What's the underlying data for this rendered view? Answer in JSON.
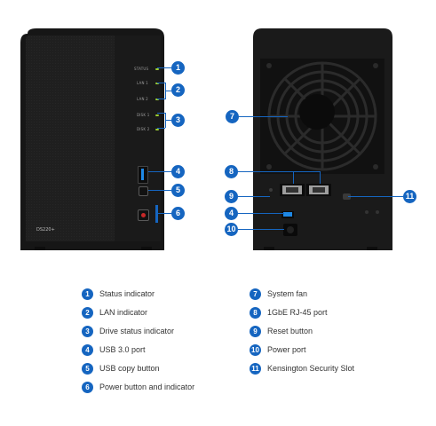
{
  "front": {
    "model_label": "DS220+",
    "panel_labels": [
      "STATUS",
      "LAN 1",
      "LAN 2",
      "DISK 1",
      "DISK 2"
    ]
  },
  "callouts": [
    "1",
    "2",
    "3",
    "4",
    "5",
    "6",
    "7",
    "8",
    "9",
    "10",
    "11"
  ],
  "legend": {
    "left": [
      {
        "num": "1",
        "label": "Status indicator"
      },
      {
        "num": "2",
        "label": "LAN indicator"
      },
      {
        "num": "3",
        "label": "Drive status indicator"
      },
      {
        "num": "4",
        "label": "USB 3.0 port"
      },
      {
        "num": "5",
        "label": "USB copy button"
      },
      {
        "num": "6",
        "label": "Power button and indicator"
      }
    ],
    "right": [
      {
        "num": "7",
        "label": "System fan"
      },
      {
        "num": "8",
        "label": "1GbE RJ-45 port"
      },
      {
        "num": "9",
        "label": "Reset button"
      },
      {
        "num": "10",
        "label": "Power port"
      },
      {
        "num": "11",
        "label": "Kensington Security Slot"
      }
    ]
  },
  "colors": {
    "accent": "#1565c0",
    "device": "#1b1b1b",
    "led": "#9acd32"
  }
}
